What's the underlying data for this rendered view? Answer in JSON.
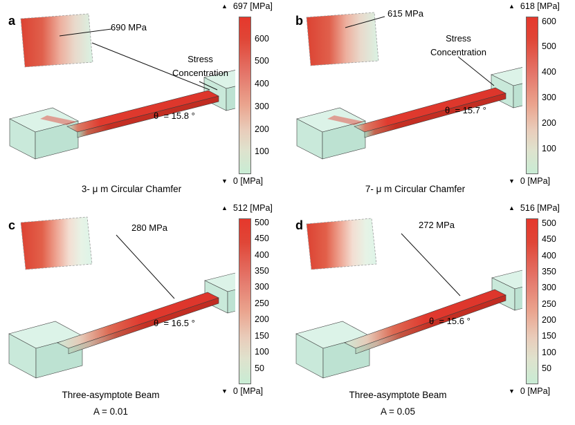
{
  "figure": {
    "icons": {
      "triangle_up": "▲",
      "triangle_down": "▼"
    },
    "colors": {
      "stress_red": "#e0392e",
      "mint_green": "#c8ecd4"
    },
    "panels": [
      {
        "label": "a",
        "peak_annotation": "690 MPa",
        "stress_label": "Stress\nConcentration",
        "theta_label": "θ  = 15.8 °",
        "caption": "3- μ m Circular Chamfer",
        "colorbar": {
          "max_label": "697 [MPa]",
          "min_label": "0 [MPa]",
          "ticks": [
            "600",
            "500",
            "400",
            "300",
            "200",
            "100"
          ]
        }
      },
      {
        "label": "b",
        "peak_annotation": "615 MPa",
        "stress_label": "Stress\nConcentration",
        "theta_label": "θ  = 15.7 °",
        "caption": "7- μ m Circular Chamfer",
        "colorbar": {
          "max_label": "618 [MPa]",
          "min_label": "0 [MPa]",
          "ticks": [
            "600",
            "500",
            "400",
            "300",
            "200",
            "100"
          ]
        }
      },
      {
        "label": "c",
        "peak_annotation": "280 MPa",
        "theta_label": "θ  = 16.5 °",
        "caption": "Three-asymptote Beam",
        "sub_caption": "A = 0.01",
        "colorbar": {
          "max_label": "512 [MPa]",
          "min_label": "0 [MPa]",
          "ticks": [
            "500",
            "450",
            "400",
            "350",
            "300",
            "250",
            "200",
            "150",
            "100",
            "50"
          ]
        }
      },
      {
        "label": "d",
        "peak_annotation": "272 MPa",
        "theta_label": "θ  = 15.6 °",
        "caption": "Three-asymptote Beam",
        "sub_caption": "A = 0.05",
        "colorbar": {
          "max_label": "516 [MPa]",
          "min_label": "0 [MPa]",
          "ticks": [
            "500",
            "450",
            "400",
            "350",
            "300",
            "250",
            "200",
            "150",
            "100",
            "50"
          ]
        }
      }
    ]
  }
}
